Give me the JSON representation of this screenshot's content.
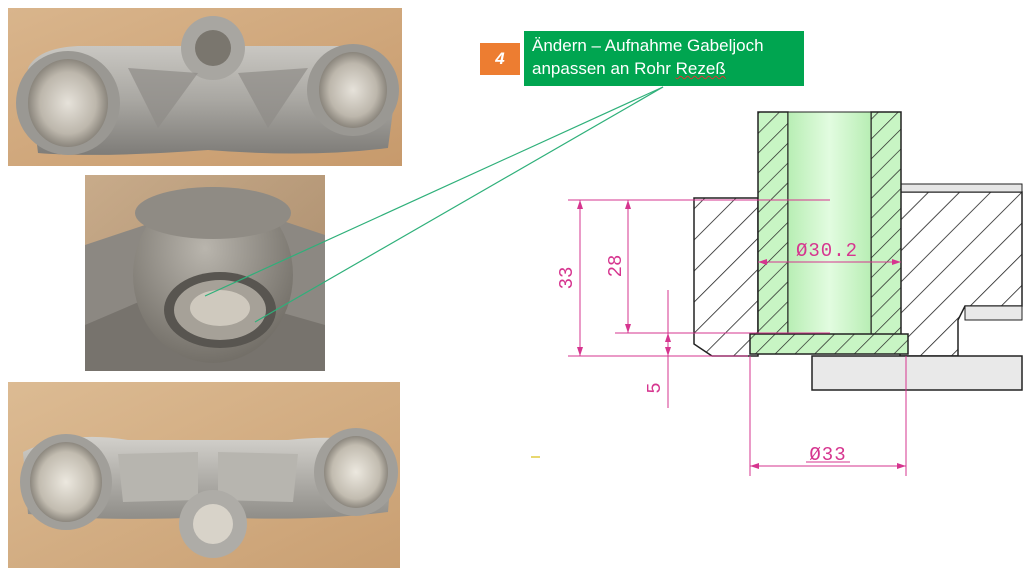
{
  "step": {
    "number": "4",
    "text_main": "Ändern – Aufnahme Gabeljoch anpassen an Rohr ",
    "text_underlined": "Rezeß"
  },
  "drawing": {
    "dim_inner_diameter": "Ø30.2",
    "dim_outer_diameter": "Ø33",
    "dim_height_33": "33",
    "dim_height_28": "28",
    "dim_step_5": "5"
  },
  "colors": {
    "badge": "#ed7d31",
    "note": "#00a550",
    "dimension": "#d6358f",
    "tube": "#c8f5c4",
    "leader": "#2fb07a"
  }
}
